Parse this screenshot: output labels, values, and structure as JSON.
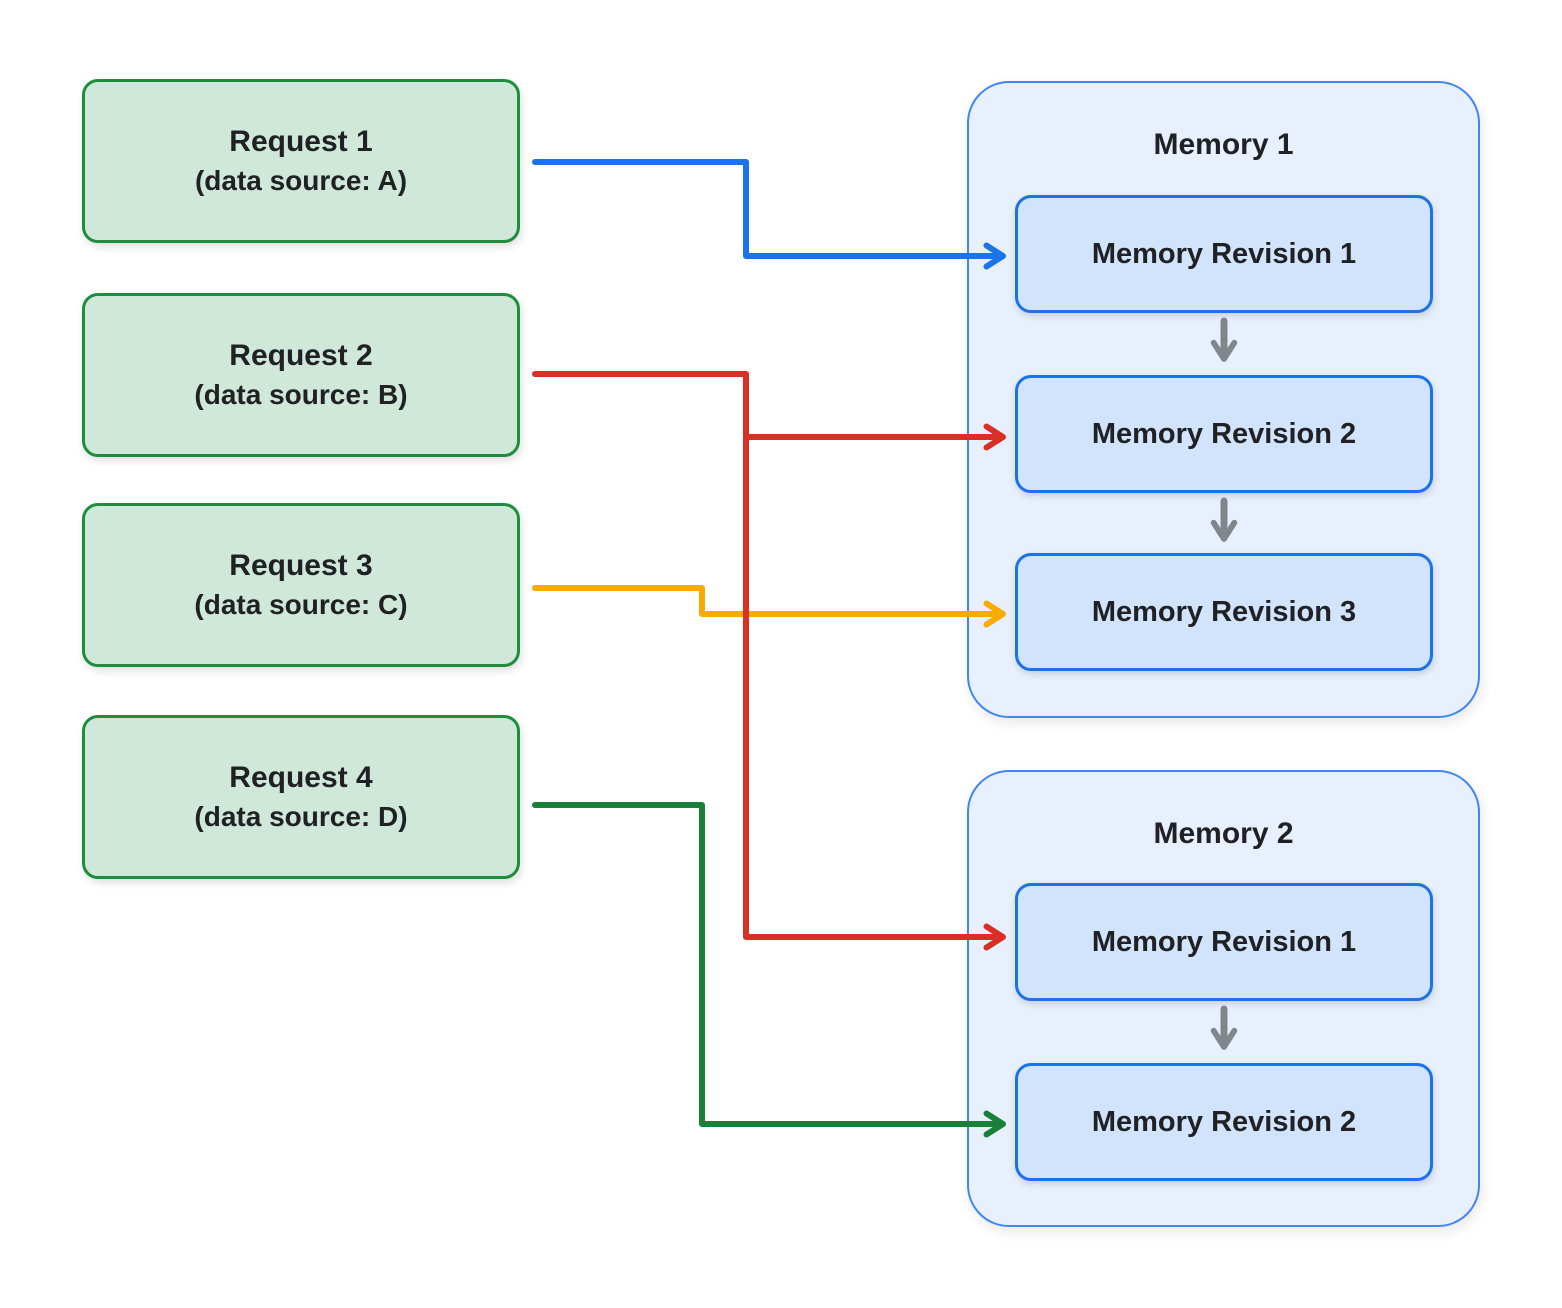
{
  "palette": {
    "request_fill": "#cfe8d9",
    "request_border": "#1e8e3e",
    "memory_fill": "#e8f0fe",
    "memory_border": "#4285f4",
    "revision_fill": "#d2e3fc",
    "revision_border": "#1a73e8",
    "arrow_blue": "#1a73e8",
    "arrow_red": "#d93025",
    "arrow_yellow": "#f9ab00",
    "arrow_green": "#188038",
    "arrow_gray": "#80868b",
    "text": "#202124"
  },
  "requests": [
    {
      "title": "Request 1",
      "subtitle": "(data source: A)"
    },
    {
      "title": "Request 2",
      "subtitle": "(data source: B)"
    },
    {
      "title": "Request 3",
      "subtitle": "(data source: C)"
    },
    {
      "title": "Request 4",
      "subtitle": "(data source: D)"
    }
  ],
  "memories": [
    {
      "title": "Memory 1",
      "revisions": [
        "Memory Revision 1",
        "Memory Revision 2",
        "Memory Revision 3"
      ]
    },
    {
      "title": "Memory 2",
      "revisions": [
        "Memory Revision 1",
        "Memory Revision 2"
      ]
    }
  ],
  "connections": [
    {
      "from": "Request 1 (data source: A)",
      "to": "Memory 1 / Memory Revision 1",
      "color": "#1a73e8"
    },
    {
      "from": "Request 2 (data source: B)",
      "to": "Memory 1 / Memory Revision 2",
      "color": "#d93025"
    },
    {
      "from": "Request 2 (data source: B)",
      "to": "Memory 2 / Memory Revision 1",
      "color": "#d93025"
    },
    {
      "from": "Request 3 (data source: C)",
      "to": "Memory 1 / Memory Revision 3",
      "color": "#f9ab00"
    },
    {
      "from": "Request 4 (data source: D)",
      "to": "Memory 2 / Memory Revision 2",
      "color": "#188038"
    }
  ]
}
